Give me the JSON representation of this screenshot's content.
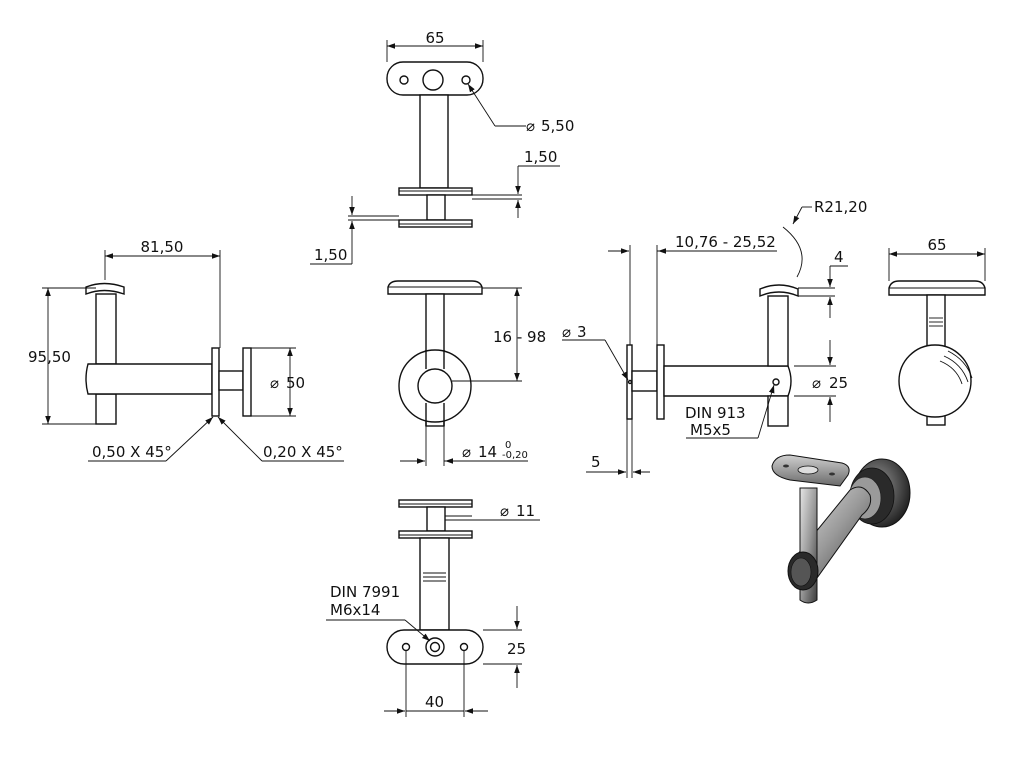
{
  "dimensions": {
    "top_width": "65",
    "hole_dia": "5,50",
    "plate_thk_right": "1,50",
    "plate_thk_left": "1,50",
    "side_width": "81,50",
    "side_height": "95,50",
    "flange_dia": "50",
    "chamfer_left": "0,50 X 45°",
    "chamfer_right": "0,20 X 45°",
    "adjust_range": "16 - 98",
    "shaft_dia": "14",
    "shaft_tol_upper": "0",
    "shaft_tol_lower": "-0,20",
    "radius": "R21,20",
    "offset_range": "10,76 - 25,52",
    "saddle_thk": "4",
    "pin_dia": "3",
    "rod_dia": "25",
    "setscrew_std": "DIN 913",
    "setscrew_size": "M5x5",
    "flange_thk": "5",
    "right_width": "65",
    "stud_dia": "11",
    "screw_std": "DIN 7991",
    "screw_size": "M6x14",
    "hole_spacing": "40",
    "plate_width": "25"
  },
  "symbols": {
    "diameter": "⌀"
  },
  "colors": {
    "line": "#111111",
    "render_dark": "#2a2a2a",
    "render_mid": "#8a8a8a",
    "render_light": "#d8d8d8"
  }
}
